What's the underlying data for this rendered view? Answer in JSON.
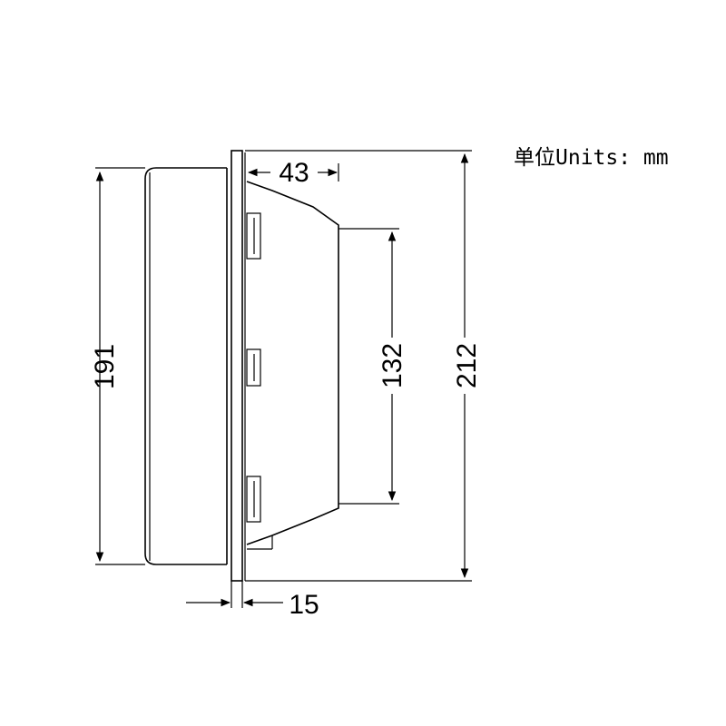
{
  "units_note": "单位Units: mm",
  "dimensions": {
    "depth_front": "43",
    "panel_thickness": "15",
    "rear_height": "191",
    "cutout_height": "132",
    "overall_height": "212"
  }
}
